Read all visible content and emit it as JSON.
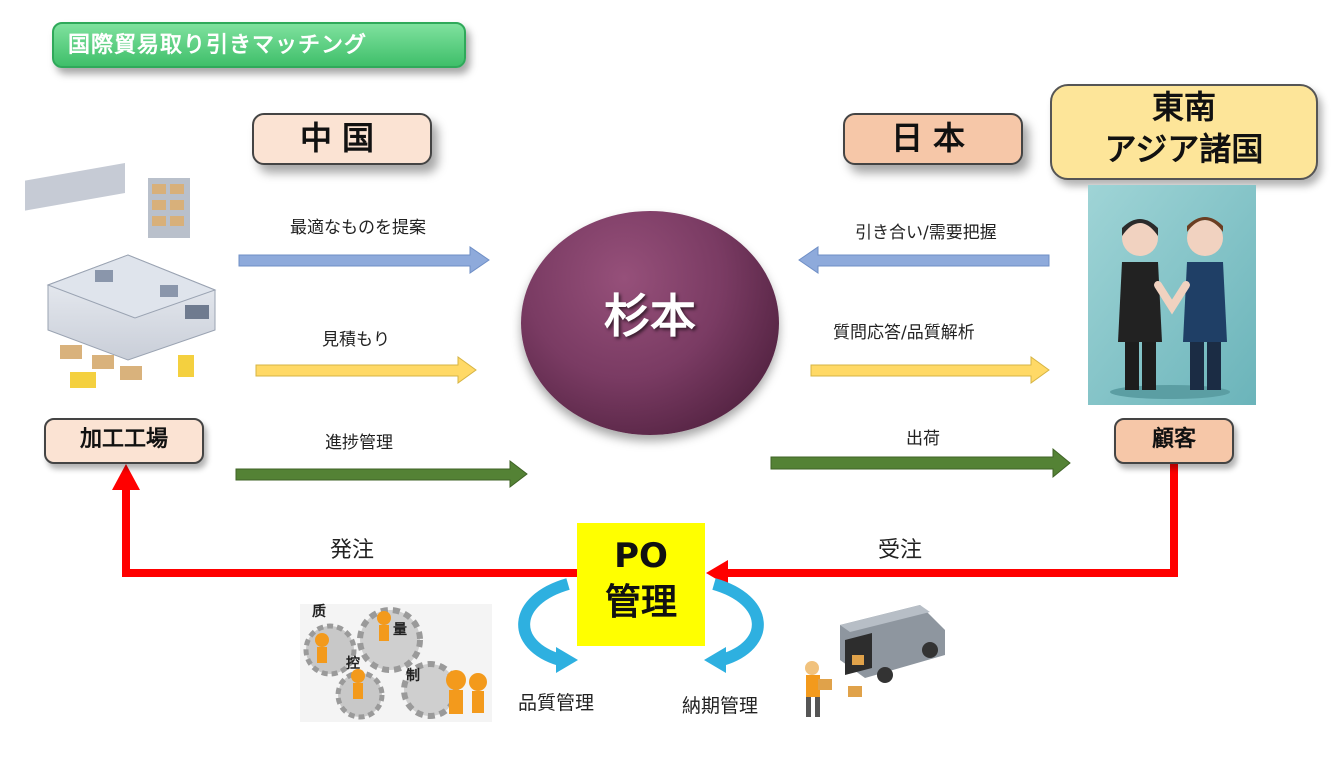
{
  "title": "国際貿易取り引きマッチング",
  "regions": {
    "china": "中国",
    "japan": "日本",
    "sea": [
      "東南",
      "アジア諸国"
    ]
  },
  "center": "杉本",
  "nodes": {
    "factory": "加工工場",
    "customer": "顧客"
  },
  "left_arrows": [
    {
      "label": "最適なものを提案",
      "color": "#8eaadb"
    },
    {
      "label": "見積もり",
      "color": "#ffd966"
    },
    {
      "label": "進捗管理",
      "color": "#548235"
    }
  ],
  "right_arrows": [
    {
      "label": "引き合い/需要把握",
      "color": "#8eaadb"
    },
    {
      "label": "質問応答/品質解析",
      "color": "#ffd966"
    },
    {
      "label": "出荷",
      "color": "#548235"
    }
  ],
  "po": {
    "line1": "PO",
    "line2": "管理"
  },
  "flows": {
    "order_placed": "発注",
    "order_received": "受注"
  },
  "management": {
    "quality": "品質管理",
    "delivery": "納期管理"
  },
  "quality_illustration_chars": [
    "质",
    "量",
    "控",
    "制"
  ],
  "colors": {
    "red_flow": "#ff0000",
    "curve_arrow": "#2eb0e0",
    "title_green": "#3fbf6a"
  }
}
